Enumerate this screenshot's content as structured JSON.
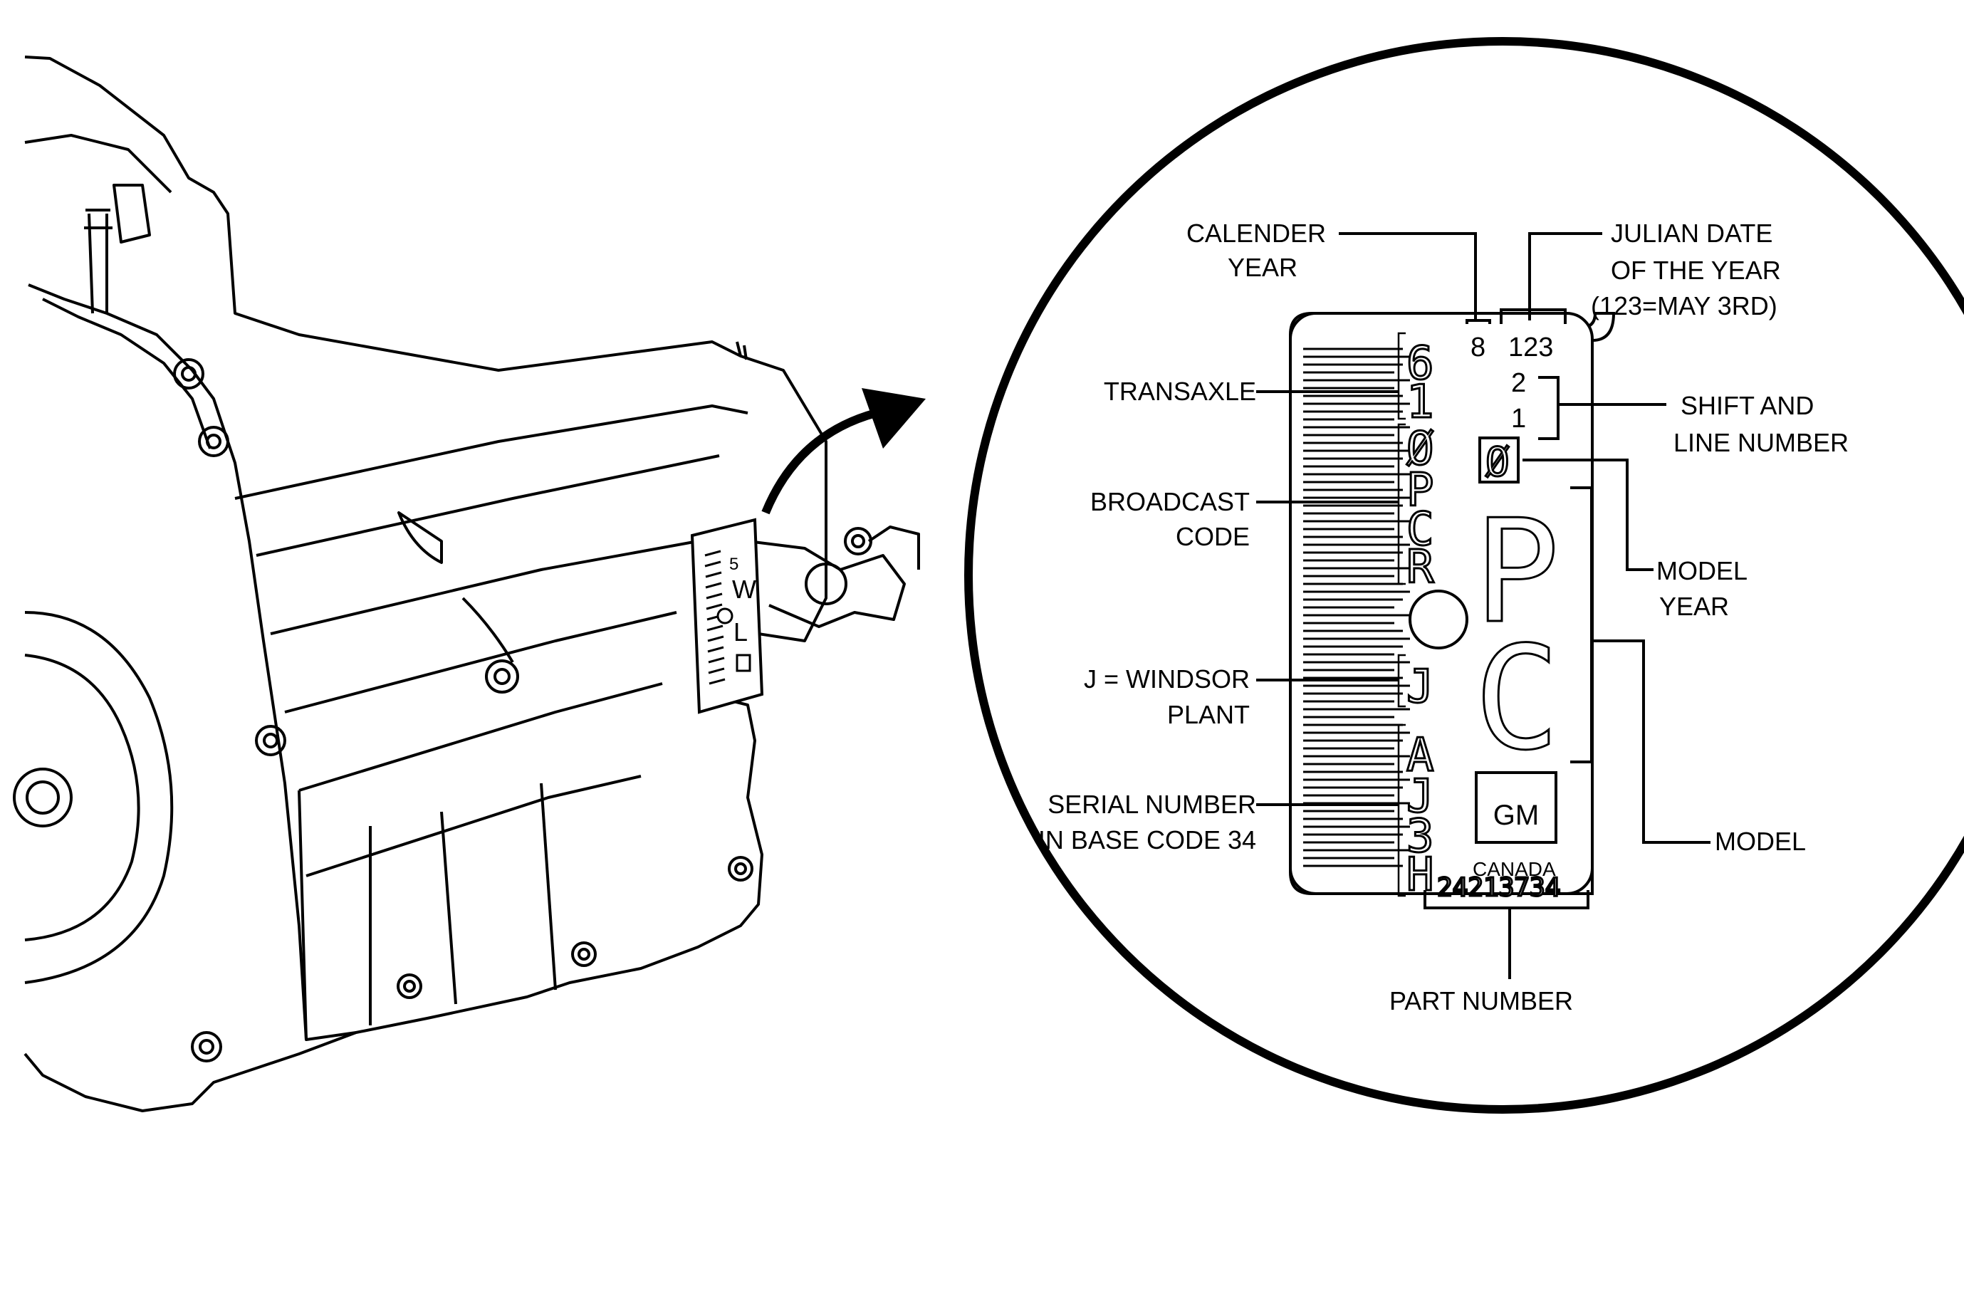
{
  "labels": {
    "calendar_year": [
      "CALENDER",
      "YEAR"
    ],
    "julian_date": [
      "JULIAN DATE",
      "OF THE YEAR",
      "(123=MAY 3RD)"
    ],
    "transaxle": "TRANSAXLE",
    "shift_line": [
      "SHIFT AND",
      "LINE NUMBER"
    ],
    "broadcast": [
      "BROADCAST",
      "CODE"
    ],
    "model_year": [
      "MODEL",
      "YEAR"
    ],
    "windsor": [
      "J = WINDSOR",
      "PLANT"
    ],
    "serial": [
      "SERIAL NUMBER",
      "IN BASE CODE 34"
    ],
    "model": "MODEL",
    "part_number": "PART NUMBER"
  },
  "tag": {
    "year_digit": "8",
    "julian": "123",
    "shift": "2",
    "line": "1",
    "model_year_char": "Ø",
    "transaxle_chars": [
      "6",
      "1"
    ],
    "broadcast_chars": [
      "Ø",
      "P",
      "C",
      "R"
    ],
    "plant_char": "J",
    "serial_chars": [
      "A",
      "J",
      "3",
      "H"
    ],
    "model_chars": [
      "P",
      "C"
    ],
    "logo": "GM",
    "country": "CANADA",
    "part_no": "24213734"
  },
  "small_tag": {
    "chars": [
      "5",
      "W",
      "L"
    ]
  }
}
